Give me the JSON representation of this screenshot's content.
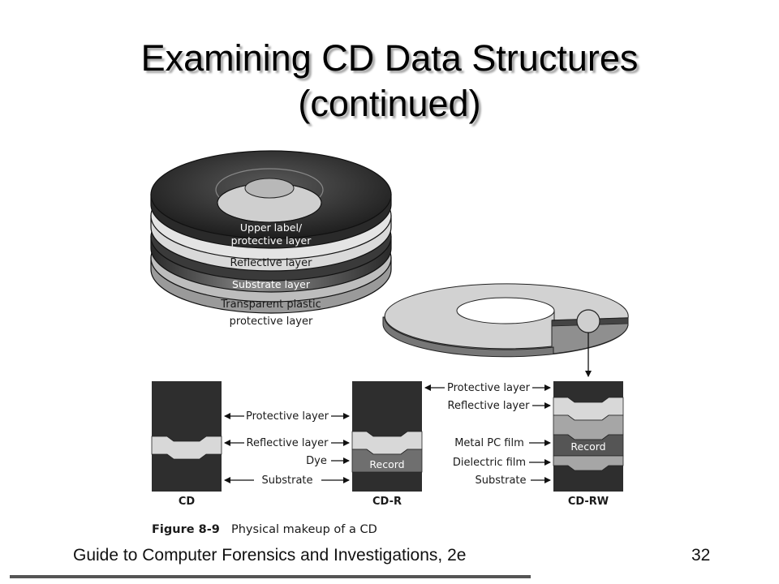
{
  "slide": {
    "title_line1": "Examining CD Data Structures",
    "title_line2": "(continued)"
  },
  "figure": {
    "disc_layers": {
      "upper_label_1": "Upper label/",
      "upper_label_2": "protective layer",
      "reflective": "Reflective layer",
      "substrate": "Substrate layer",
      "transparent_1": "Transparent plastic",
      "transparent_2": "protective layer"
    },
    "cd": {
      "name": "CD",
      "labels": [
        "Protective layer",
        "Reflective layer",
        "Substrate"
      ]
    },
    "cd_r": {
      "name": "CD-R",
      "record": "Record",
      "labels": [
        "Dye"
      ]
    },
    "cd_rw": {
      "name": "CD-RW",
      "record": "Record",
      "labels": [
        "Protective layer",
        "Reflective layer",
        "Metal PC film",
        "Dielectric film",
        "Substrate"
      ]
    },
    "caption_number": "Figure 8-9",
    "caption_text": "Physical makeup of a CD"
  },
  "footer": {
    "text": "Guide to Computer Forensics and Investigations, 2e",
    "page": "32"
  },
  "colors": {
    "dark_layer": "#2e2e2e",
    "light_layer": "#d6d6d6",
    "mid_layer": "#6f6f6f",
    "metal_layer": "#a0a0a0"
  }
}
